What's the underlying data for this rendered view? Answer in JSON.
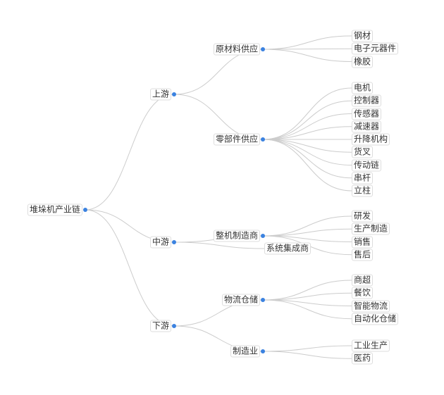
{
  "colors": {
    "dot": "#3b82e0",
    "edge": "#cccccc",
    "label_border": "#dddddd",
    "text": "#333333"
  },
  "tree": {
    "label": "堆垛机产业链",
    "children": [
      {
        "label": "上游",
        "children": [
          {
            "label": "原材料供应",
            "children": [
              {
                "label": "钢材"
              },
              {
                "label": "电子元器件"
              },
              {
                "label": "橡胶"
              }
            ]
          },
          {
            "label": "零部件供应",
            "children": [
              {
                "label": "电机"
              },
              {
                "label": "控制器"
              },
              {
                "label": "传感器"
              },
              {
                "label": "减速器"
              },
              {
                "label": "升降机构"
              },
              {
                "label": "货叉"
              },
              {
                "label": "传动链"
              },
              {
                "label": "串杆"
              },
              {
                "label": "立柱"
              }
            ]
          }
        ]
      },
      {
        "label": "中游",
        "children": [
          {
            "label": "整机制造商",
            "children": [
              {
                "label": "研发"
              },
              {
                "label": "生产制造"
              },
              {
                "label": "销售"
              },
              {
                "label": "售后"
              }
            ]
          },
          {
            "label": "系统集成商"
          }
        ]
      },
      {
        "label": "下游",
        "children": [
          {
            "label": "物流仓储",
            "children": [
              {
                "label": "商超"
              },
              {
                "label": "餐饮"
              },
              {
                "label": "智能物流"
              },
              {
                "label": "自动化仓储"
              }
            ]
          },
          {
            "label": "制造业",
            "children": [
              {
                "label": "工业生产"
              },
              {
                "label": "医药"
              }
            ]
          }
        ]
      }
    ]
  }
}
